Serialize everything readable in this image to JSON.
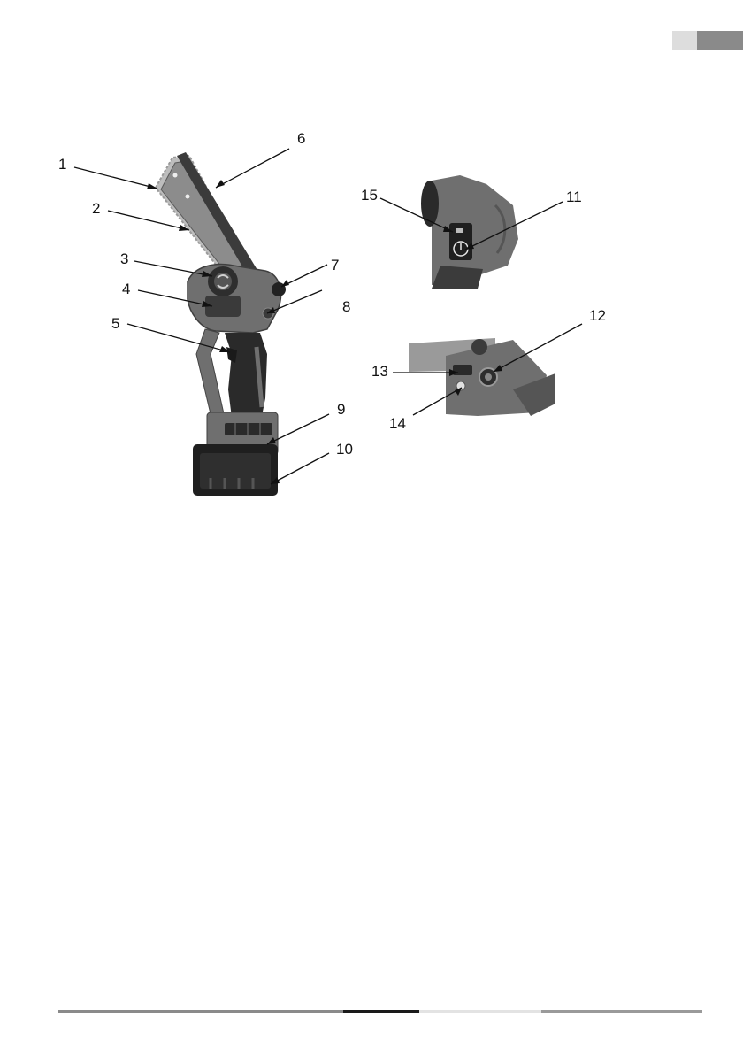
{
  "header": {
    "tab_light_color": "#dddddd",
    "tab_dark_color": "#8a8a8a"
  },
  "figure": {
    "callouts": {
      "c1": "1",
      "c2": "2",
      "c3": "3",
      "c4": "4",
      "c5": "5",
      "c6": "6",
      "c7": "7",
      "c8": "8",
      "c9": "9",
      "c10": "10",
      "c11": "11",
      "c12": "12",
      "c13": "13",
      "c14": "14",
      "c15": "15"
    },
    "colors": {
      "body": "#6f6f6f",
      "body_dark": "#3b3b3b",
      "blade": "#8c8c8c",
      "chain": "#bdbdbd",
      "grip": "#2a2a2a",
      "battery": "#1f1f1f"
    }
  },
  "footer": {
    "segment_colors": [
      "#8a8a8a",
      "#1a1a1a",
      "#e3e3e3",
      "#9a9a9a"
    ]
  }
}
